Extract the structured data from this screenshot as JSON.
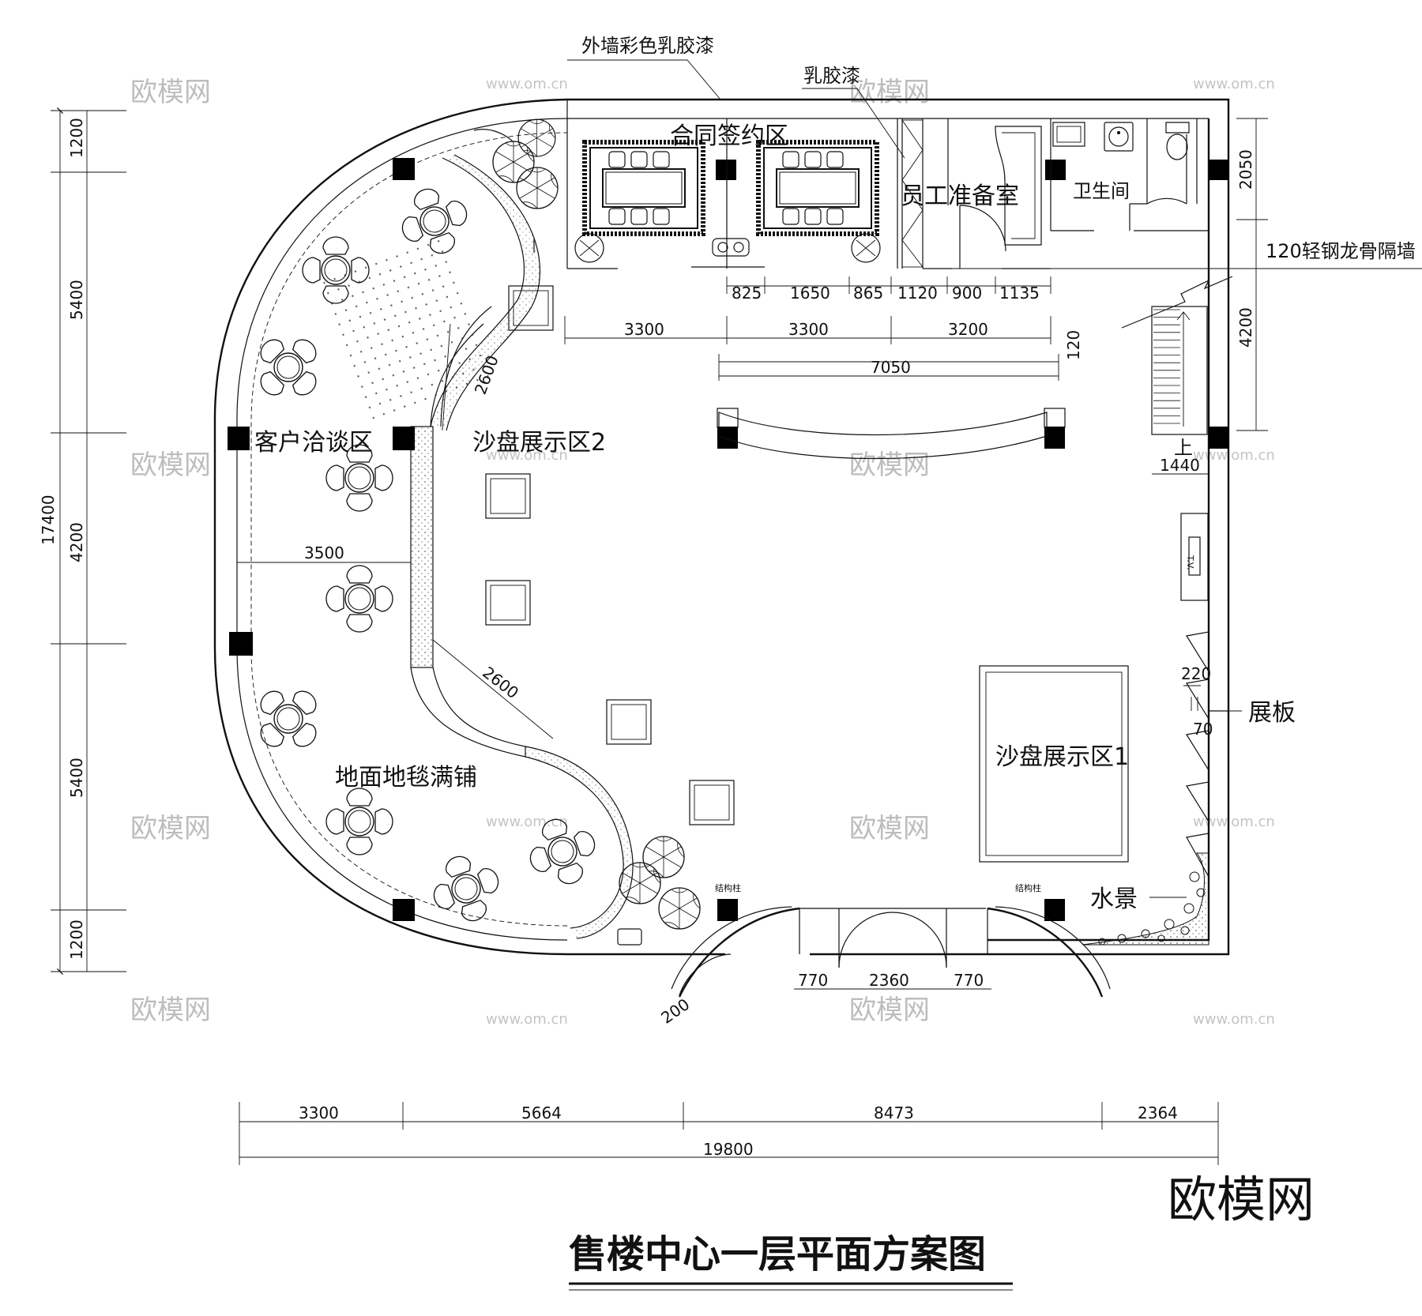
{
  "title": "售楼中心一层平面方案图",
  "watermark": {
    "logo": "欧模网",
    "url": "www.om.cn",
    "edge": "om.cn"
  },
  "labels": {
    "exterior_paint": "外墙彩色乳胶漆",
    "latex_paint": "乳胶漆",
    "contract_area": "合同签约区",
    "staff_room": "员工准备室",
    "restroom": "卫生间",
    "light_steel_wall": "120轻钢龙骨隔墙",
    "client_area": "客户洽谈区",
    "sand_table_2": "沙盘展示区2",
    "sand_table_1": "沙盘展示区1",
    "carpet": "地面地毯满铺",
    "display_board": "展板",
    "water_feature": "水景",
    "up": "上",
    "structural_column": "结构柱"
  },
  "dimensions": {
    "left_total": "17400",
    "left_segments": [
      "1200",
      "5400",
      "4200",
      "5400",
      "1200"
    ],
    "right_segments": [
      "2050",
      "4200"
    ],
    "top_row": [
      "825",
      "1650",
      "865",
      "1120",
      "900",
      "1135"
    ],
    "mid_row": [
      "3300",
      "3300",
      "3200"
    ],
    "beam": "7050",
    "beam_small": "120",
    "curve_1": "2600",
    "curve_2": "2600",
    "seating_width": "3500",
    "stair_width": "1440",
    "board_a": "220",
    "board_b": "70",
    "door_row": [
      "770",
      "2360",
      "770"
    ],
    "door_offset": "200",
    "bottom_segments": [
      "3300",
      "5664",
      "8473",
      "2364"
    ],
    "bottom_total": "19800"
  }
}
